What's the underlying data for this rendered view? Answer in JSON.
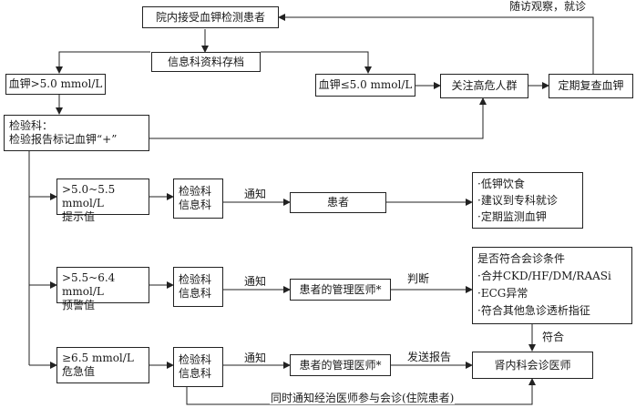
{
  "nodes": {
    "intake": "院内接受血钾检测患者",
    "archive": "信息科资料存档",
    "k_high": "血钾>5.0 mmol/L",
    "k_low": "血钾≤5.0 mmol/L",
    "high_risk": "关注高危人群",
    "recheck": "定期复查血钾",
    "lab_line1": "检验科：",
    "lab_line2": "检验报告标记血钾“+”",
    "level1_line1": ">5.0~5.5 mmol/L",
    "level1_line2": "提示值",
    "level2_line1": ">5.5~6.4 mmol/L",
    "level2_line2": "预警值",
    "level3_line1": "≥6.5 mmol/L",
    "level3_line2": "危急值",
    "labinfo_line1": "检验科",
    "labinfo_line2": "信息科",
    "patient": "患者",
    "doctor": "患者的管理医师*",
    "nephro": "肾内科会诊医师",
    "advice": [
      "·低钾饮食",
      "·建议到专科就诊",
      "·定期监测血钾"
    ],
    "criteria": [
      "是否符合会诊条件",
      "·合并CKD/HF/DM/RAASi",
      "·ECG异常",
      "·符合其他急诊透析指征"
    ]
  },
  "labels": {
    "follow_up": "随访观察，就诊",
    "notify": "通知",
    "judge": "判断",
    "meets": "符合",
    "send_report": "发送报告",
    "bottom_note": "同时通知经治医师参与会诊(住院患者)"
  }
}
